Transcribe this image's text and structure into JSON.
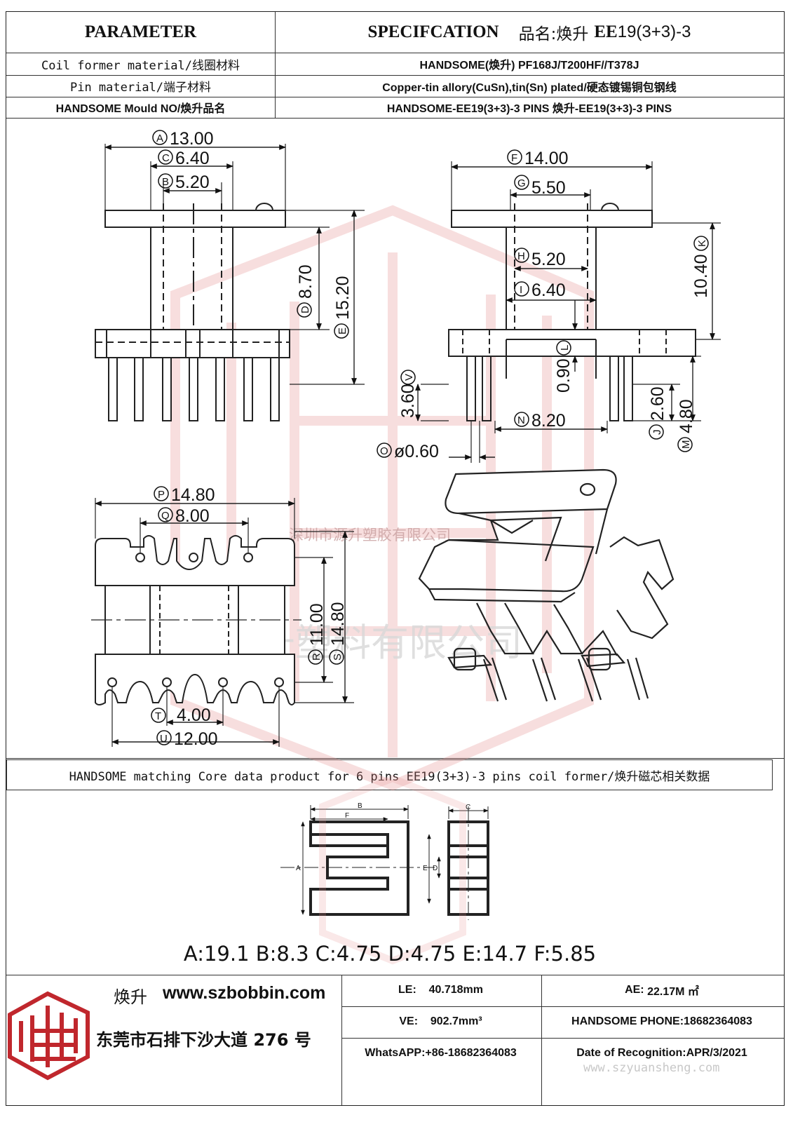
{
  "header": {
    "parameter": "PARAMETER",
    "specification": "SPECIFCATION",
    "product_name_label": "品名:",
    "product_name_cn": "焕升",
    "product_model_bold": "EE",
    "product_model_rest": "19(3+3)-3"
  },
  "spec_rows": [
    {
      "param": "Coil former material/线圈材料",
      "value": "HANDSOME(焕升)   PF168J/T200HF//T378J"
    },
    {
      "param": "Pin material/端子材料",
      "value": "Copper-tin allory(CuSn),tin(Sn) plated/硬态镀锡铜包钢线"
    },
    {
      "param": "HANDSOME Mould NO/焕升品名",
      "value": "HANDSOME-EE19(3+3)-3 PINS    焕升-EE19(3+3)-3 PINS"
    }
  ],
  "dimensions": {
    "A": "13.00",
    "C": "6.40",
    "B": "5.20",
    "D": "8.70",
    "E": "15.20",
    "F": "14.00",
    "G": "5.50",
    "H": "5.20",
    "I": "6.40",
    "K": "10.40",
    "L": "0.90",
    "V": "3.60",
    "N": "8.20",
    "J": "2.60",
    "M": "4.80",
    "O": "ø0.60",
    "P": "14.80",
    "Q": "8.00",
    "R": "11.00",
    "S": "14.80",
    "T": "4.00",
    "U": "12.00"
  },
  "watermarks": {
    "company_small": "深圳市源升塑胶有限公司",
    "company_large": "东莞焕升塑料有限公司",
    "website_corner": "www.szyuansheng.com"
  },
  "core_section": {
    "title": "HANDSOME matching Core data  product for 6 pins EE19(3+3)-3 pins coil former/焕升磁芯相关数据",
    "core_labels": {
      "A": "A",
      "B": "B",
      "C": "C",
      "D": "D",
      "E": "E",
      "F": "F"
    },
    "core_values": "A:19.1 B:8.3 C:4.75 D:4.75 E:14.7 F:5.85"
  },
  "footer": {
    "brand": "焕升",
    "website": "www.szbobbin.com",
    "address": "东莞市石排下沙大道 276 号",
    "le_label": "LE:",
    "le_value": "40.718mm",
    "ae_label": "AE:",
    "ae_value": "22.17M ㎡",
    "ve_label": "VE:",
    "ve_value": "902.7mm³",
    "phone": "HANDSOME PHONE:18682364083",
    "whatsapp": "WhatsAPP:+86-18682364083",
    "date": "Date of Recognition:APR/3/2021"
  },
  "colors": {
    "line": "#333333",
    "watermark": "#e58a8a",
    "logo": "#c0272d"
  }
}
